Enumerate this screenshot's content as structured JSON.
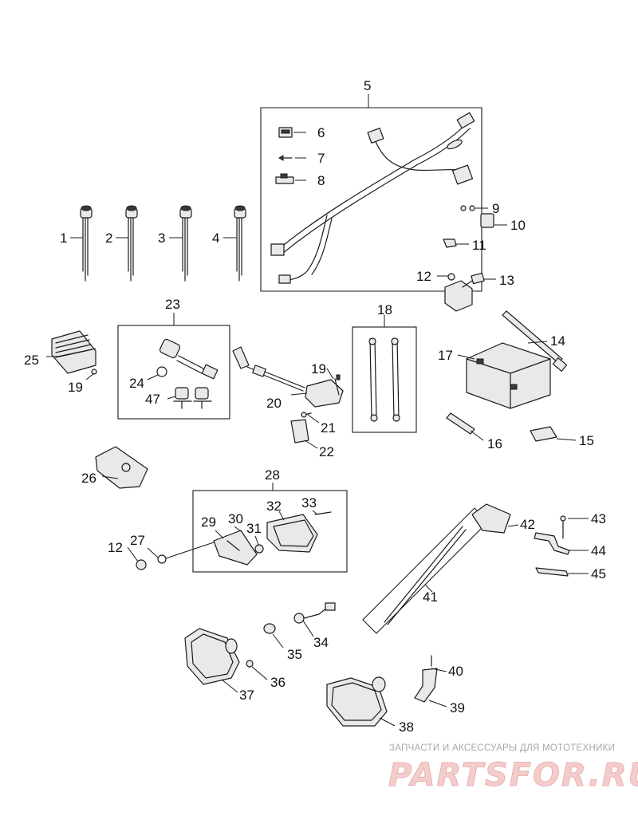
{
  "callouts": {
    "c1": "1",
    "c2": "2",
    "c3": "3",
    "c4": "4",
    "c5": "5",
    "c6": "6",
    "c7": "7",
    "c8": "8",
    "c9": "9",
    "c10": "10",
    "c11": "11",
    "c12a": "12",
    "c13": "13",
    "c14": "14",
    "c15": "15",
    "c16": "16",
    "c17": "17",
    "c18": "18",
    "c19a": "19",
    "c19b": "19",
    "c20": "20",
    "c21": "21",
    "c22": "22",
    "c23": "23",
    "c24": "24",
    "c25": "25",
    "c26": "26",
    "c27": "27",
    "c28": "28",
    "c29": "29",
    "c30": "30",
    "c31": "31",
    "c32": "32",
    "c33": "33",
    "c34": "34",
    "c35": "35",
    "c36": "36",
    "c37": "37",
    "c38": "38",
    "c39": "39",
    "c40": "40",
    "c41": "41",
    "c42": "42",
    "c43": "43",
    "c44": "44",
    "c45": "45",
    "c47": "47",
    "c12b": "12"
  },
  "watermark": {
    "tagline": "ЗАПЧАСТИ И АКСЕССУАРЫ ДЛЯ МОТОТЕХНИКИ",
    "logo": "PARTSFOR.RU"
  },
  "colors": {
    "line": "#1a1a1a",
    "watermark_text": "#a8a8a8",
    "watermark_logo": "#f4cccc"
  }
}
